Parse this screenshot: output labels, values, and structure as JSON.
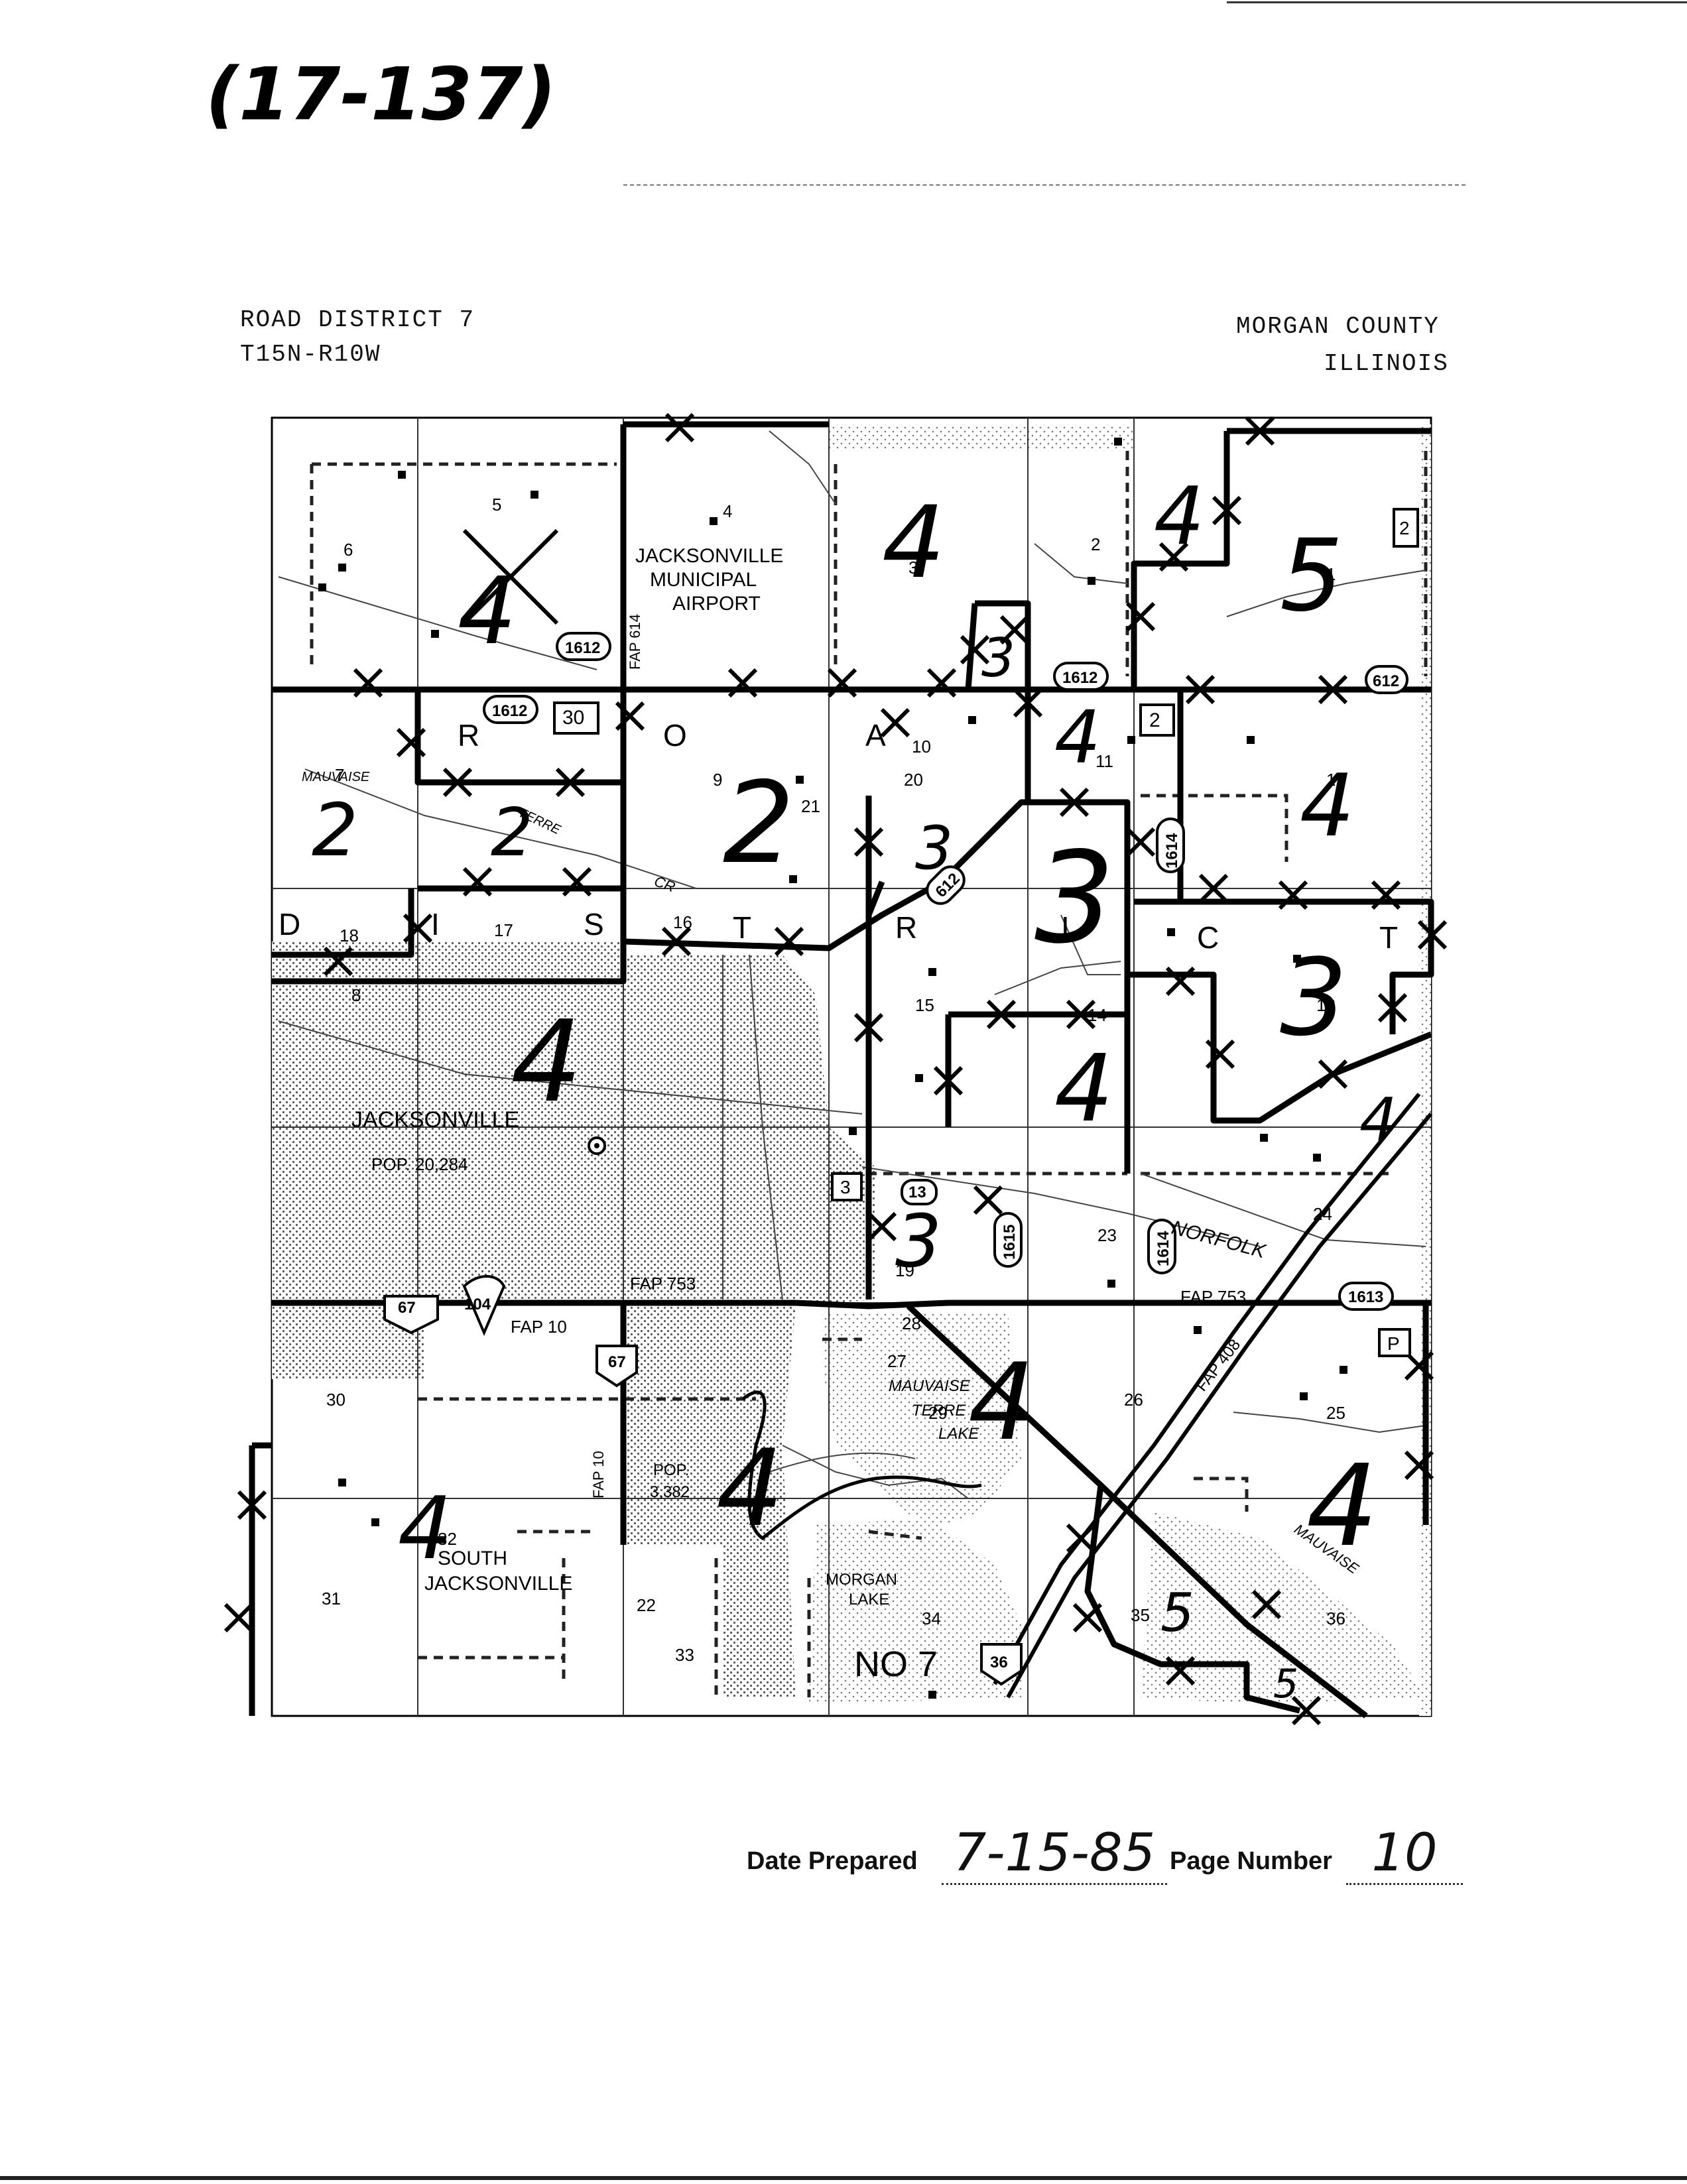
{
  "header": {
    "file_ref": "(17-137)",
    "district_line1": "ROAD DISTRICT 7",
    "district_line2": "T15N-R10W",
    "county_line1": "MORGAN COUNTY",
    "county_line2": "ILLINOIS"
  },
  "map": {
    "sections": [
      "1",
      "2",
      "3",
      "4",
      "5",
      "6",
      "7",
      "8",
      "9",
      "10",
      "11",
      "12",
      "13",
      "14",
      "15",
      "16",
      "17",
      "18",
      "19",
      "20",
      "21",
      "22",
      "23",
      "24",
      "25",
      "26",
      "27",
      "28",
      "29",
      "30",
      "31",
      "32",
      "33",
      "34",
      "35",
      "36"
    ],
    "places": {
      "airport_l1": "JACKSONVILLE",
      "airport_l2": "MUNICIPAL",
      "airport_l3": "AIRPORT",
      "city": "JACKSONVILLE",
      "city_pop": "POP. 20,284",
      "south_city_l1": "SOUTH",
      "south_city_l2": "JACKSONVILLE",
      "south_pop_l1": "POP.",
      "south_pop_l2": "3,382",
      "lake1_l1": "MAUVAISE",
      "lake1_l2": "TERRE",
      "lake1_l3": "LAKE",
      "lake2_l1": "MORGAN",
      "lake2_l2": "LAKE",
      "district_no": "NO 7",
      "norfolk": "NORFOLK",
      "mauvaise_creek": "MAUVAISE",
      "mauvaise_nw": "MAUVAISE",
      "terre_cr": "TERRE",
      "cr": "CR"
    },
    "district_letters": [
      "R",
      "O",
      "A",
      "D",
      "I",
      "S",
      "T",
      "R",
      "I",
      "C",
      "T"
    ],
    "routes": {
      "fap614": "FAP 614",
      "fap753a": "FAP 753",
      "fap753b": "FAP 753",
      "fap10a": "FAP 10",
      "fap10b": "FAP 10",
      "fap408": "FAP 408",
      "r1612a": "1612",
      "r1612b": "1612",
      "r1612c": "1612",
      "r612a": "612",
      "r612b": "612",
      "r1614a": "1614",
      "r1614b": "1614",
      "r1615": "1615",
      "r1613": "1613",
      "us67a": "67",
      "us67b": "67",
      "r104": "104",
      "r13": "13",
      "r36": "36",
      "r30": "30",
      "sq2a": "2",
      "sq2b": "2",
      "sq3": "3",
      "sqP": "P"
    },
    "hand_classes": [
      "4",
      "4",
      "4",
      "5",
      "3",
      "4",
      "2",
      "2",
      "2",
      "3",
      "3",
      "3",
      "4",
      "4",
      "4",
      "3",
      "4",
      "4",
      "4",
      "4",
      "5",
      "5",
      "4"
    ]
  },
  "footer": {
    "date_label": "Date Prepared",
    "date_value": "7-15-85",
    "page_label": "Page Number",
    "page_value": "10"
  },
  "colors": {
    "ink": "#000000",
    "stipple": "#9a9a9a",
    "paper": "#ffffff"
  }
}
